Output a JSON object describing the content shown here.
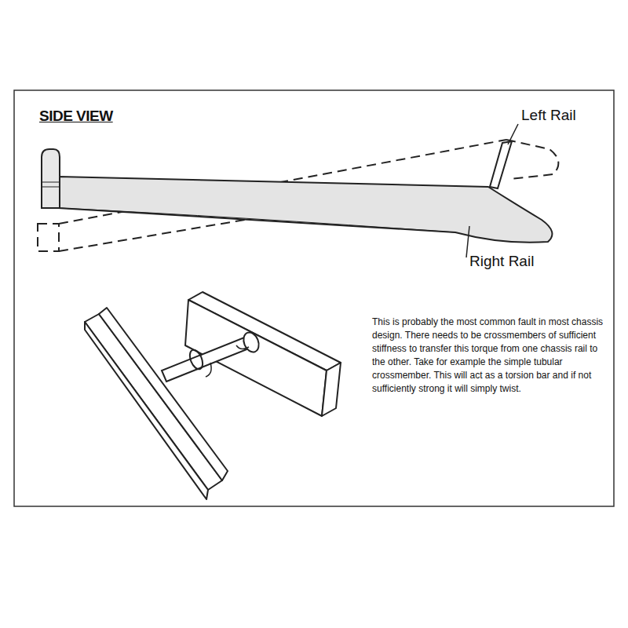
{
  "diagram": {
    "labels": [
      "SIDE VIEW",
      "Left Rail",
      "Right Rail",
      "This is probably the most common fault in most chassis design. There needs to be crossmembers of sufficient stiffness to transfer this torque from one chassis rail to the other. Take for example the simple tubular crossmember. This will act as a torsion bar and if not sufficiently strong it will simply twist."
    ]
  }
}
